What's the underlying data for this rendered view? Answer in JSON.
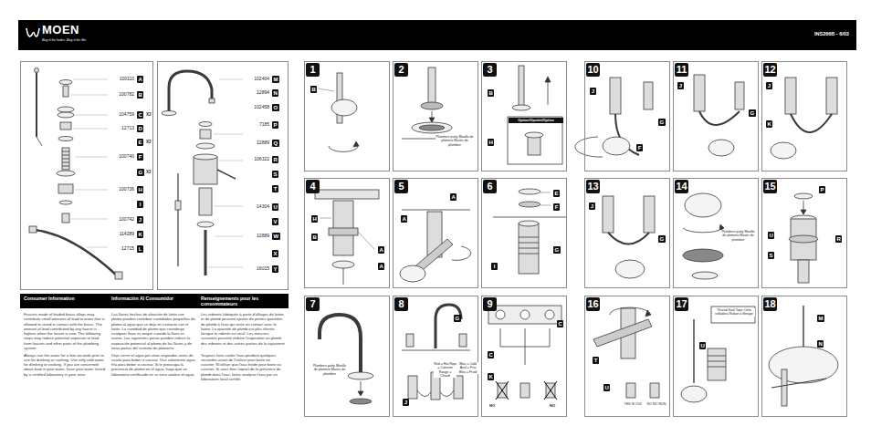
{
  "diagram": {
    "nodes": [
      {
        "text": [
          "MOEN",
          "Buy it for looks. Buy it for life.",
          "INS266B - 6/03"
        ]
      },
      {
        "text": [
          "100110",
          "A",
          "100782",
          "B",
          "104759",
          "C",
          "X2",
          "12713",
          "D",
          "E",
          "X2",
          "100740",
          "F",
          "G",
          "X2",
          "100736",
          "H",
          "I",
          "100742",
          "J",
          "114289",
          "K",
          "12715",
          "L"
        ]
      },
      {
        "text": [
          "102404",
          "M",
          "12894",
          "N",
          "102458",
          "O",
          "7185",
          "P",
          "12889",
          "Q",
          "106322",
          "R",
          "S",
          "T",
          "14304",
          "U",
          "V",
          "12889",
          "W",
          "X",
          "16015",
          "Y"
        ]
      },
      {
        "text": [
          "Consumer Information",
          "Información Al Consumidor",
          "Renseignements pour les consommateurs",
          "Faucets made of leaded brass alloys may contribute small amounts of lead to water that is allowed to stand in contact with the brass. The amount of lead contributed by any faucet is highest when the faucet is new. The following steps may reduce potential exposure to lead from faucets and other parts of the plumbing system:",
          "Always use the water for a few seconds prior to use for drinking or cooking. Use only cold water for drinking or cooking. If you are concerned about lead in your water, have your water tested by a certified laboratory in your area.",
          "Las llaves hechas de aleación de latón con plomo pueden contribuir cantidades pequeñas de plomo al agua que se deja en contacto con el latón. La cantidad de plomo que contribuye cualquier llave es mayor cuando la llave es nueva. Los siguientes pasos pueden reducir la exposición potencial al plomo de las llaves y de otras partes del sistema de plomería:",
          "Deje correr el agua por unos segundos antes de usarla para beber o cocinar. Use solamente agua fría para beber o cocinar. Si le preocupa la presencia de plomo en el agua, haga que un laboratorio certificado en su área analice el agua.",
          "Les robinets fabriqués à partir d'alliages de laiton et de plomb peuvent ajouter de petites quantités de plomb à l'eau qui reste en contact avec le laiton. La quantité de plomb est plus élevée lorsque le robinet est neuf. Les mesures suivantes peuvent réduire l'exposition au plomb des robinets et des autres parties de la tuyauterie :",
          "Toujours faire couler l'eau pendant quelques secondes avant de l'utiliser pour boire ou cuisiner. N'utiliser que l'eau froide pour boire ou cuisiner. Si vous êtes inquiet de la présence de plomb dans l'eau, faites analyser l'eau par un laboratoire local certifié."
        ]
      },
      {
        "text": [
          "1",
          "B"
        ]
      },
      {
        "text": [
          "2",
          "Plumbers putty Masilla de plomero Mastic de plombier"
        ]
      },
      {
        "text": [
          "3",
          "B",
          "H",
          "Option/Opción/Option"
        ]
      },
      {
        "text": [
          "4",
          "H",
          "B",
          "A",
          "A"
        ]
      },
      {
        "text": [
          "5",
          "A",
          "A"
        ]
      },
      {
        "text": [
          "6",
          "E",
          "F",
          "G",
          "I"
        ]
      },
      {
        "text": [
          "7",
          "Plumbers putty Masilla de plomero Mastic de plombier"
        ]
      },
      {
        "text": [
          "8",
          "G",
          "J",
          "Red = Hot Rojo = Caliente Rouge = Chaud",
          "Blue = Cold Azul = Fría Bleu = Froid"
        ]
      },
      {
        "text": [
          "9",
          "C",
          "C",
          "K",
          "NO",
          "NO"
        ]
      },
      {
        "text": [
          "10",
          "J",
          "G",
          "F"
        ]
      },
      {
        "text": [
          "11",
          "J",
          "G"
        ]
      },
      {
        "text": [
          "12",
          "J",
          "K"
        ]
      },
      {
        "text": [
          "13",
          "J",
          "G"
        ]
      },
      {
        "text": [
          "14",
          "Plumbers putty Masilla de plomero Mastic de plombier"
        ]
      },
      {
        "text": [
          "15",
          "P",
          "U",
          "R",
          "S"
        ]
      },
      {
        "text": [
          "16",
          "T",
          "U",
          "YES SI OUI",
          "NO NO NON"
        ]
      },
      {
        "text": [
          "17",
          "Thread Seal Tape Cinta selladora Ruban à filetage",
          "U"
        ]
      },
      {
        "text": [
          "18",
          "M",
          "N"
        ]
      }
    ]
  }
}
